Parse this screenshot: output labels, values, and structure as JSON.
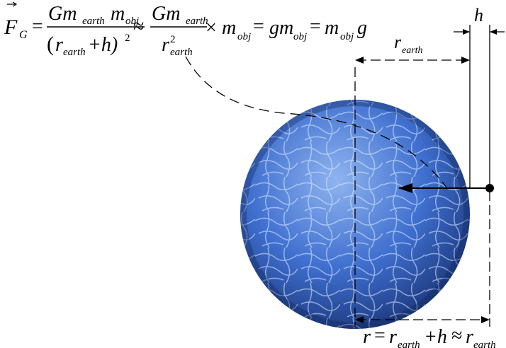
{
  "formula": {
    "lhs_F": "F",
    "lhs_sub": "G",
    "eq1": "=",
    "frac1_num_G": "Gm",
    "frac1_num_sub_earth": "earth",
    "frac1_num_m": "m",
    "frac1_num_sub_obj": "obj",
    "frac1_den_open": "(",
    "frac1_den_r": "r",
    "frac1_den_sub_earth": "earth",
    "frac1_den_plus_h": "+h)",
    "frac1_den_exp": "2",
    "approx": "≈",
    "frac2_num_G": "Gm",
    "frac2_num_sub_earth": "earth",
    "frac2_den_r": "r",
    "frac2_den_exp": "2",
    "frac2_den_sub_earth": "earth",
    "times": "×",
    "times_m": "m",
    "times_m_sub": "obj",
    "eq2": "=",
    "gm": "gm",
    "gm_sub": "obj",
    "eq3": "=",
    "m_last": "m",
    "m_last_sub": "obj",
    "g_last": "g"
  },
  "labels": {
    "h": "h",
    "r_earth": "r",
    "r_earth_sub": "earth",
    "bottom_r": "r",
    "bottom_eq": "=",
    "bottom_r2": "r",
    "bottom_r2_sub": "earth",
    "bottom_plus_h": "+h",
    "bottom_approx": "≈",
    "bottom_r3": "r",
    "bottom_r3_sub": "earth"
  },
  "colors": {
    "sphere_light": "#8fb4ef",
    "sphere_mid": "#3f6fcf",
    "sphere_dark": "#1a3578",
    "line": "#000000"
  }
}
